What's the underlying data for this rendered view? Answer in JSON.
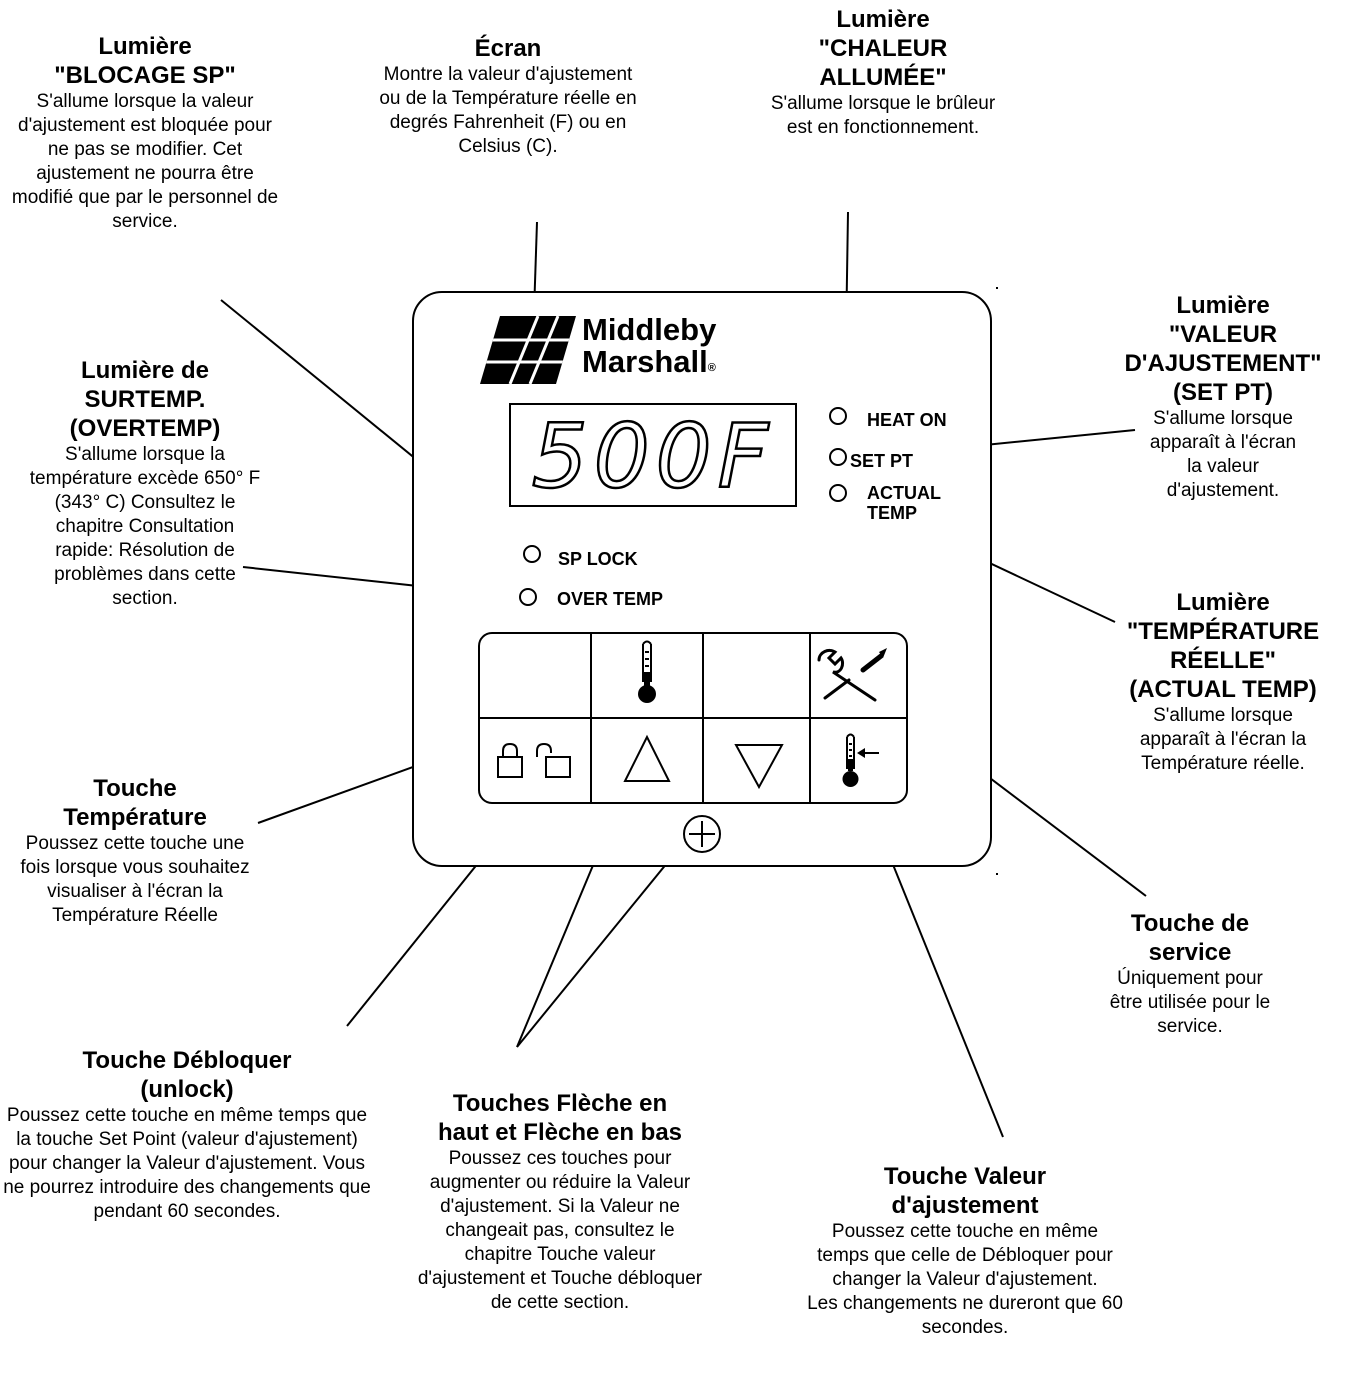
{
  "callouts": {
    "sp_lock_light": {
      "title": "Lumière\n\"BLOCAGE SP\"",
      "body": "S'allume lorsque la valeur d'ajustement est bloquée pour ne pas se modifier. Cet ajustement ne pourra être modifié que par le personnel de service."
    },
    "screen": {
      "title": "Écran",
      "body": "Montre la valeur d'ajustement ou de la Température réelle en degrés Fahrenheit (F) ou en Celsius (C)."
    },
    "heat_on_light": {
      "title": "Lumière\n\"CHALEUR\nALLUMÉE\"",
      "body": "S'allume lorsque le brûleur est en fonctionnement."
    },
    "set_pt_light": {
      "title": "Lumière\n\"VALEUR\nD'AJUSTEMENT\"\n(SET PT)",
      "body": "S'allume lorsque apparaît à l'écran la valeur d'ajustement."
    },
    "overtemp_light": {
      "title": "Lumière de\nSURTEMP.\n(OVERTEMP)",
      "body": "S'allume lorsque la température excède 650° F (343° C) Consultez le chapitre Consultation rapide: Résolution de problèmes dans cette section."
    },
    "actual_temp_light": {
      "title": "Lumière\n\"TEMPÉRATURE\nRÉELLE\"\n(ACTUAL TEMP)",
      "body": "S'allume lorsque apparaît à l'écran la Température réelle."
    },
    "temperature_key": {
      "title": "Touche\nTempérature",
      "body": "Poussez cette touche une fois lorsque vous souhaitez visualiser à l'écran la Température Réelle"
    },
    "service_key": {
      "title": "Touche de\nservice",
      "body": "Úniquement pour être utilisée pour le service."
    },
    "unlock_key": {
      "title": "Touche Débloquer\n(unlock)",
      "body": "Poussez cette touche en même temps que la touche Set Point (valeur d'ajustement) pour changer la Valeur d'ajustement. Vous ne pourrez introduire des changements que pendant 60 secondes."
    },
    "arrow_keys": {
      "title": "Touches Flèche en\nhaut et Flèche en bas",
      "body": "Poussez ces touches pour augmenter ou réduire la Valeur d'ajustement. Si la Valeur ne changeait pas, consultez le chapitre Touche valeur d'ajustement et Touche débloquer de cette section."
    },
    "setpoint_key": {
      "title": "Touche Valeur\nd'ajustement",
      "body": "Poussez cette touche en même temps que celle de Débloquer pour changer la Valeur d'ajustement.\nLes changements ne dureront que 60 secondes."
    }
  },
  "panel": {
    "brand": {
      "line1": "Middleby",
      "line2": "Marshall"
    },
    "display_value": "500F",
    "indicators": {
      "heat_on": "HEAT ON",
      "set_pt": "SET PT",
      "actual_temp": "ACTUAL\nTEMP",
      "sp_lock": "SP LOCK",
      "over_temp": "OVER TEMP"
    }
  }
}
